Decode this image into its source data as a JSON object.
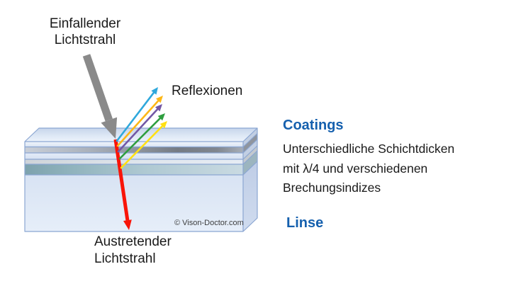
{
  "diagram": {
    "incident_label": {
      "line1": "Einfallender",
      "line2": "Lichtstrahl"
    },
    "reflections_label": "Reflexionen",
    "exit_label": {
      "line1": "Austretender",
      "line2": "Lichtstrahl"
    },
    "copyright": "© Vison-Doctor.com",
    "coatings": {
      "heading": "Coatings",
      "description": [
        "Unterschiedliche Schichtdicken",
        "mit λ/4 und verschiedenen",
        "Brechungsindizes"
      ]
    },
    "lens": {
      "heading": "Linse"
    }
  },
  "colors": {
    "heading_blue": "#1560ae",
    "text_black": "#1a1a1a",
    "incident_ray_gray": "#8a8a8a",
    "exit_ray_red": "#f91408",
    "reflection_cyan": "#2fa8dc",
    "reflection_orange": "#fdb717",
    "reflection_purple": "#7357a5",
    "reflection_green": "#2f9e3f",
    "reflection_yellow": "#ffe013",
    "block_border": "#8ba6d2",
    "block_fill": "#dde7f6"
  }
}
